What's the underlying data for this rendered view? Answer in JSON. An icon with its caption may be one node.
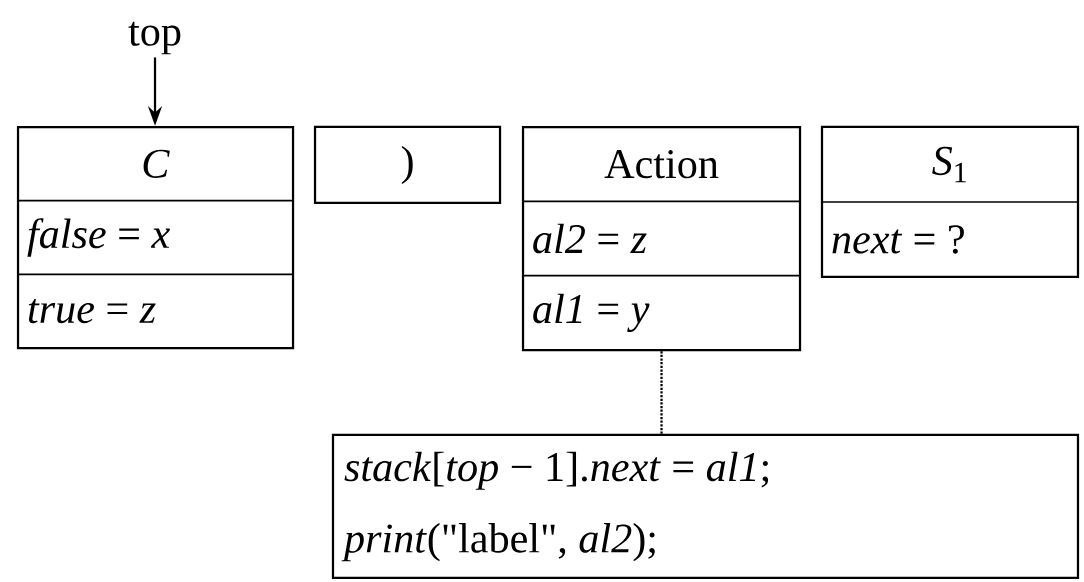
{
  "diagram": {
    "nodes": [
      {
        "text": [
          "top"
        ]
      },
      {
        "text": [
          "*C*",
          "*false* = *x*",
          "*true* = *z*"
        ]
      },
      {
        "text": [
          ")"
        ]
      },
      {
        "text": [
          "Action",
          "*al2* = *z*",
          "*al1* = *y*"
        ]
      },
      {
        "text": [
          "*S*$_{1}$",
          "*next* = ?"
        ]
      },
      {
        "text": [
          "*stack*[*top* − 1].*next* = *al1*;",
          "*print*(\"label\", *al2*);"
        ]
      }
    ],
    "edges": [
      {
        "from": 0,
        "to": 1,
        "arrow": "to"
      },
      {
        "from": 3,
        "to": 5,
        "arrow": "none",
        "style": "dashed"
      }
    ]
  }
}
